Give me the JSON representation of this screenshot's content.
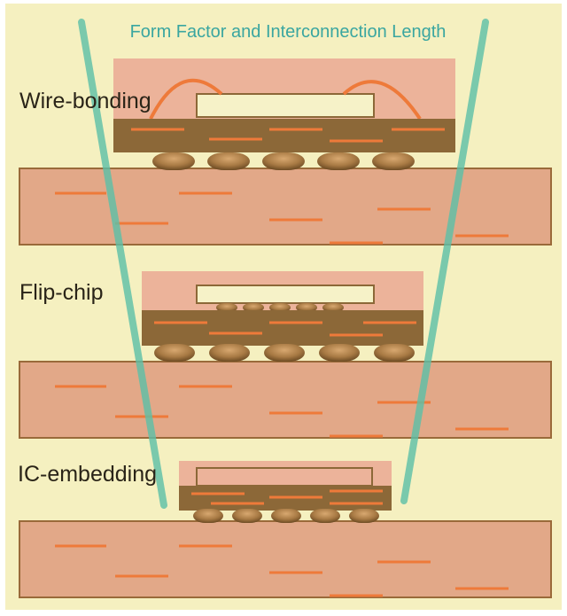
{
  "diagram": {
    "title": "Form Factor and Interconnection Length",
    "colors": {
      "background": "#f5f0c0",
      "board": "#e2a888",
      "board_border": "#9a6a3a",
      "trace": "#ee7a3a",
      "mold": "#ecb39a",
      "substrate": "#8c6838",
      "die": "#f6f2c8",
      "die_border": "#8c6838",
      "bump": "#a87a44",
      "wire": "#ee7a3a",
      "funnel": "#5cc0a8"
    },
    "packages": [
      {
        "id": "wire-bonding",
        "label": "Wire-bonding"
      },
      {
        "id": "flip-chip",
        "label": "Flip-chip"
      },
      {
        "id": "ic-embedding",
        "label": "IC-embedding"
      }
    ]
  }
}
